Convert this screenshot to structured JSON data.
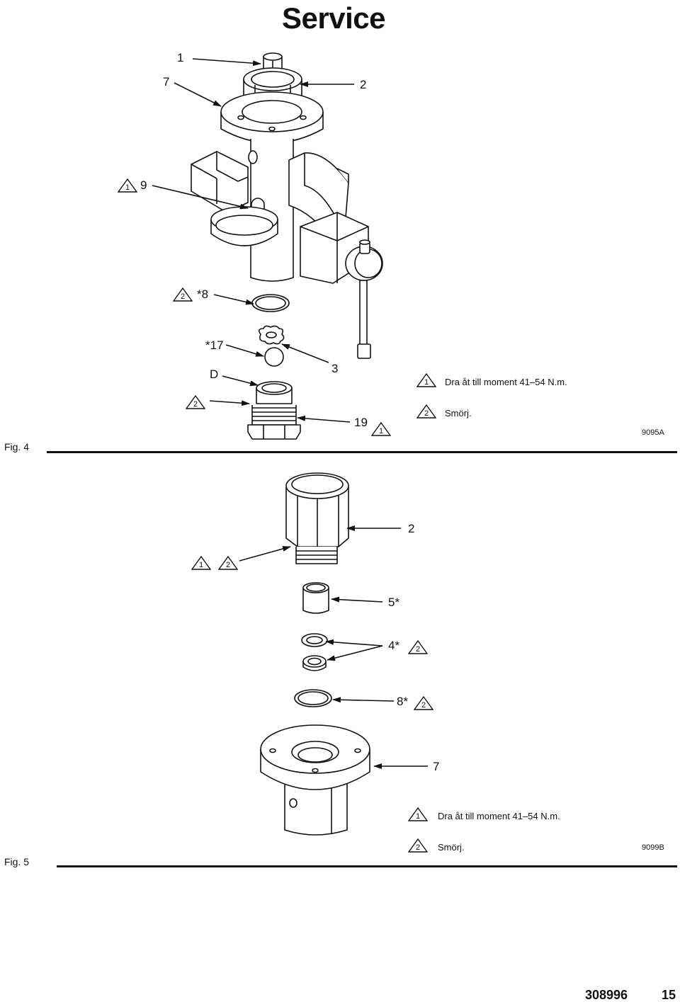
{
  "page": {
    "title": "Service",
    "page_number": "15",
    "doc_number": "308996"
  },
  "fig4": {
    "label": "Fig. 4",
    "image_code": "9095A",
    "callouts": {
      "c1": "1",
      "c7": "7",
      "c2": "2",
      "c9": "9",
      "c8": "*8",
      "c17": "*17",
      "cD": "D",
      "c3": "3",
      "c19": "19"
    },
    "symbols": {
      "torque": "1",
      "lube": "2"
    },
    "notes": {
      "torque": "Dra åt till moment 41–54 N.m.",
      "lube": "Smörj."
    }
  },
  "fig5": {
    "label": "Fig. 5",
    "image_code": "9099B",
    "callouts": {
      "c2": "2",
      "c5": "5*",
      "c4": "4*",
      "c8": "8*",
      "c7": "7"
    },
    "symbols": {
      "torque": "1",
      "lube": "2"
    },
    "notes": {
      "torque": "Dra åt till moment 41–54 N.m.",
      "lube": "Smörj."
    }
  }
}
